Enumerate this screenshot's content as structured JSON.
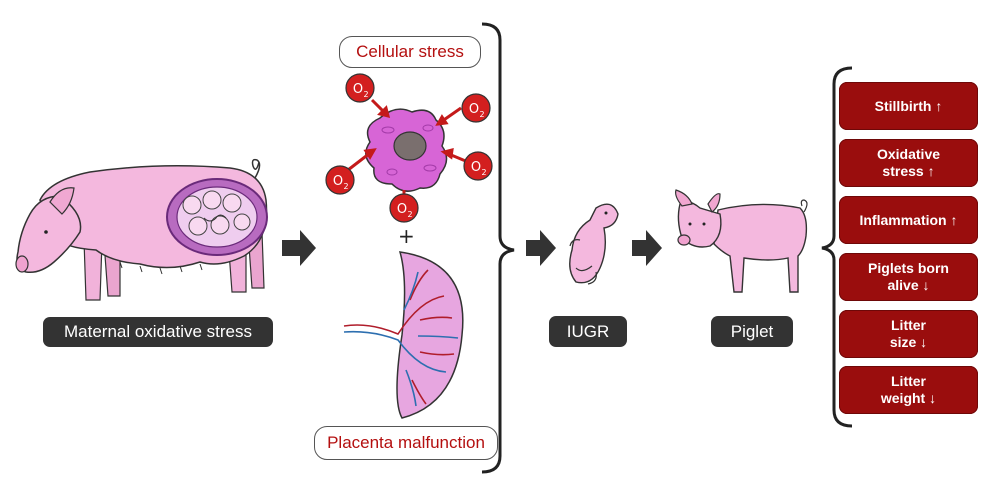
{
  "labels": {
    "maternal": "Maternal oxidative stress",
    "cellular": "Cellular stress",
    "placenta": "Placenta malfunction",
    "iugr": "IUGR",
    "piglet": "Piglet",
    "plus": "+",
    "o2": "O",
    "o2_sub": "2"
  },
  "outcomes": [
    {
      "text": "Stillbirth",
      "arrow": "↑"
    },
    {
      "text": "Oxidative stress",
      "arrow": "↑"
    },
    {
      "text": "Inflammation",
      "arrow": "↑"
    },
    {
      "text": "Piglets born alive",
      "arrow": "↓"
    },
    {
      "text": "Litter size",
      "arrow": "↓"
    },
    {
      "text": "Litter weight",
      "arrow": "↓"
    }
  ],
  "colors": {
    "pig": "#f4b8de",
    "cell": "#d765d6",
    "outcome_box": "#9a0d0d",
    "o2_ball": "#d31f1f",
    "accent_text": "#b40f0f"
  }
}
